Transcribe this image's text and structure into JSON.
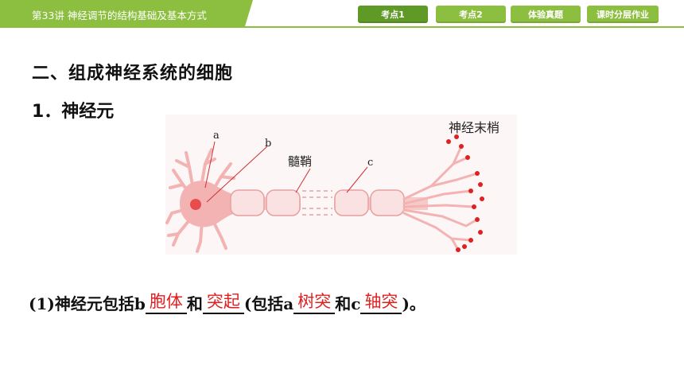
{
  "header": {
    "lesson": "第33讲    神经调节的结构基础及基本方式",
    "nav": [
      {
        "label": "考点1",
        "active": true
      },
      {
        "label": "考点2",
        "active": false
      },
      {
        "label": "体验真题",
        "active": false
      },
      {
        "label": "课时分层作业",
        "active": false
      }
    ],
    "accent": "#8cbf3f"
  },
  "content": {
    "section_title": "二、组成神经系统的细胞",
    "sub_title": "1．神经元",
    "figure": {
      "label_a": "a",
      "label_b": "b",
      "label_c": "c",
      "label_myelin": "髓鞘",
      "label_terminal": "神经末梢"
    },
    "question": {
      "p1": "(1)神经元包括b",
      "ans1": "胞体",
      "p2": "和",
      "ans2": "突起",
      "p3": "(包括a",
      "ans3": "树突",
      "p4": "和c",
      "ans4": "轴突",
      "p5": ")。"
    },
    "answer_color": "#e02020"
  }
}
